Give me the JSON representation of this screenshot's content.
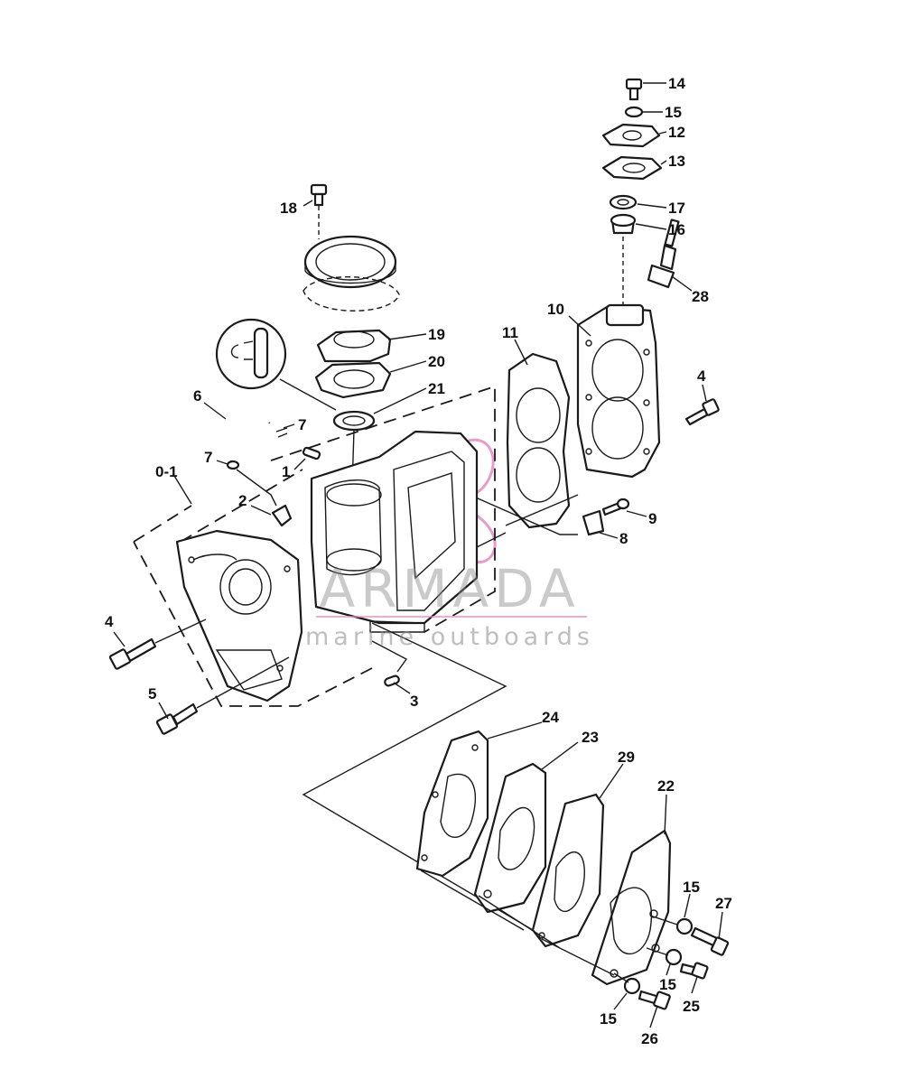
{
  "watermark": {
    "title": "ARMADA",
    "subtitle": "marine outboards",
    "logo_color": "#e58bbf"
  },
  "callouts": {
    "c14": "14",
    "c15a": "15",
    "c12": "12",
    "c13": "13",
    "c17": "17",
    "c16": "16",
    "c18": "18",
    "c28": "28",
    "c10": "10",
    "c19": "19",
    "c11": "11",
    "c20": "20",
    "c4a": "4",
    "c21": "21",
    "c6": "6",
    "c7a": "7",
    "c7b": "7",
    "c1": "1",
    "c01": "0-1",
    "c2": "2",
    "c9": "9",
    "c8": "8",
    "c4b": "4",
    "c3": "3",
    "c5": "5",
    "c24": "24",
    "c23": "23",
    "c29": "29",
    "c22": "22",
    "c15b": "15",
    "c27": "27",
    "c15c": "15",
    "c25": "25",
    "c15d": "15",
    "c26": "26"
  }
}
